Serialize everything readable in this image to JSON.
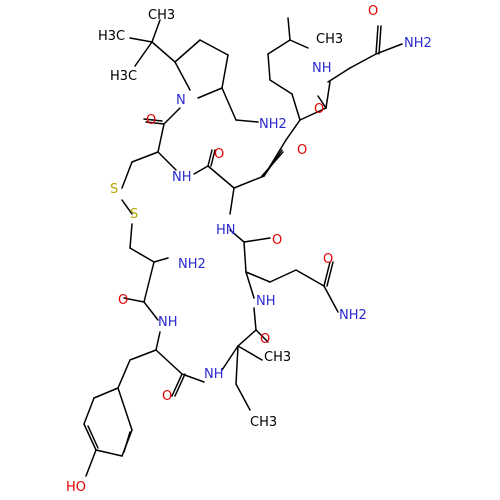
{
  "colors": {
    "carbon": "#000000",
    "nitrogen": "#2a2ad0",
    "oxygen": "#e00000",
    "sulfur": "#b8a800"
  },
  "atom_labels": [
    "H3C",
    "CH3",
    "H3C",
    "N",
    "NH2",
    "O",
    "NH",
    "O",
    "O",
    "NH",
    "O",
    "HN",
    "O",
    "S",
    "S",
    "NH",
    "O",
    "O",
    "NH2",
    "NH2",
    "NH",
    "O",
    "NH",
    "O",
    "NH",
    "O",
    "CH3",
    "HO",
    "CH3",
    "CH3",
    "O",
    "NH2"
  ]
}
